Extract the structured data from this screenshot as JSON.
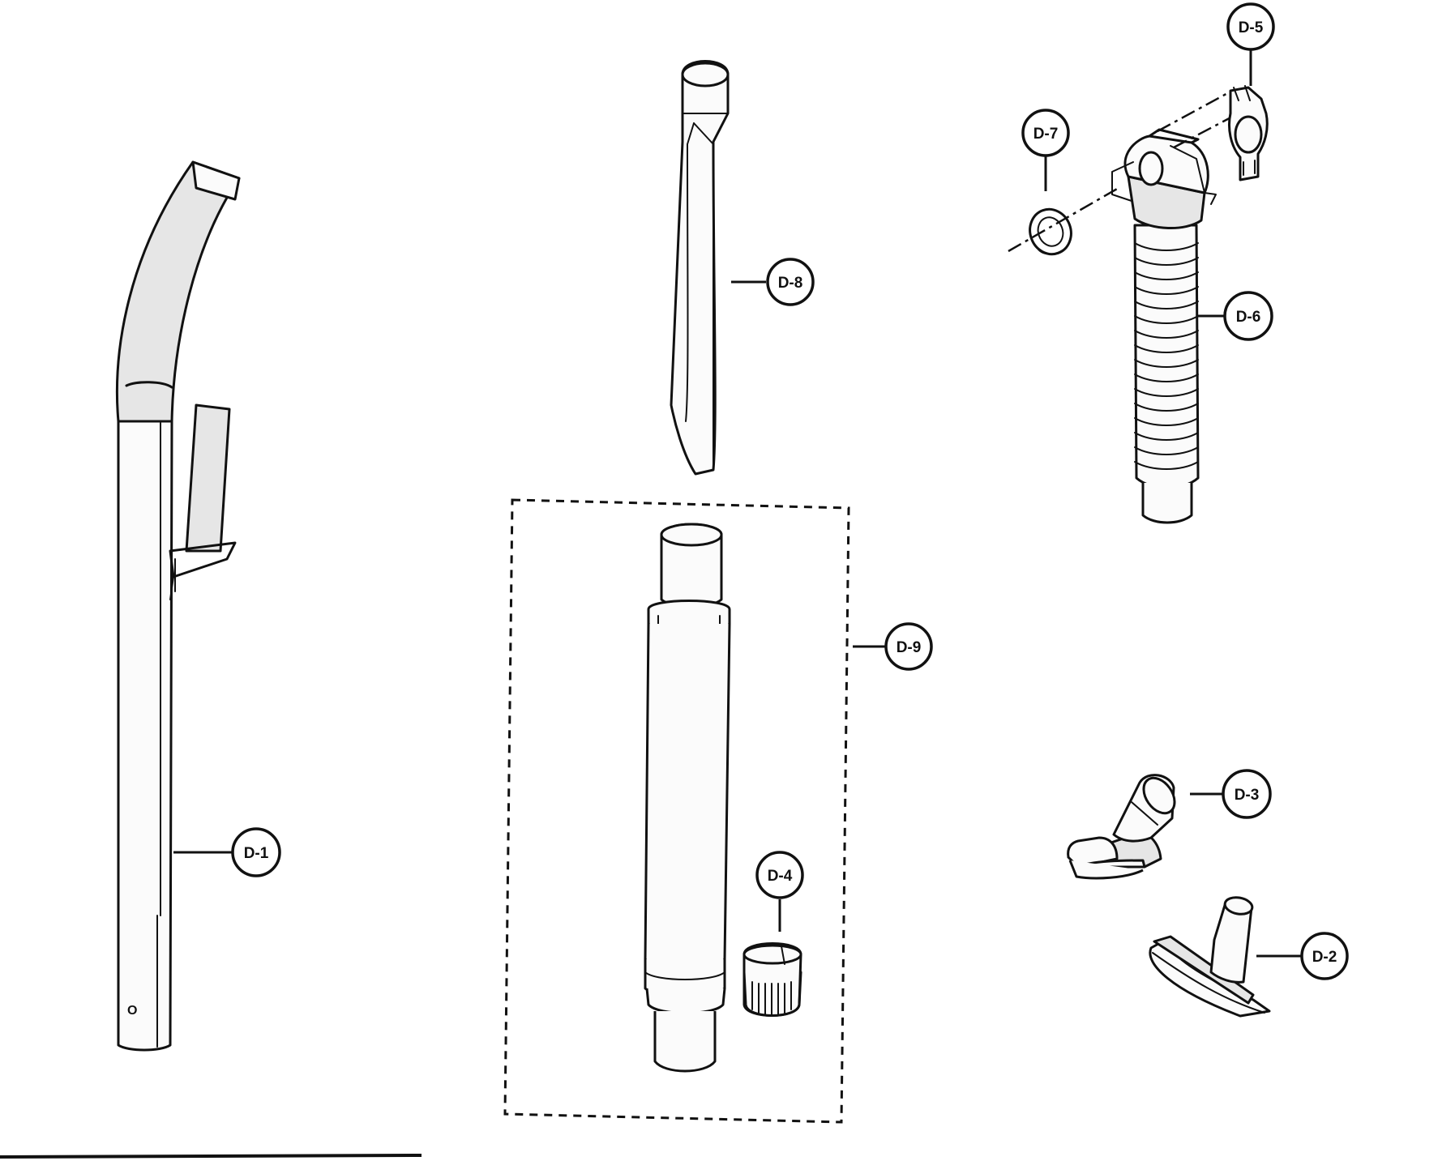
{
  "callouts": {
    "d1": "D-1",
    "d2": "D-2",
    "d3": "D-3",
    "d4": "D-4",
    "d5": "D-5",
    "d6": "D-6",
    "d7": "D-7",
    "d8": "D-8",
    "d9": "D-9"
  },
  "parts": {
    "d1_marking": "O"
  }
}
